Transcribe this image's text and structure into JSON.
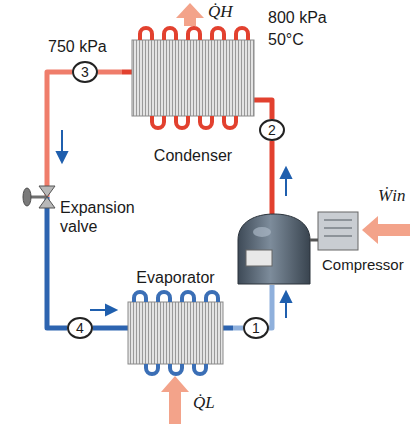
{
  "diagram": {
    "nodes": [
      {
        "text": [
          "Condenser"
        ]
      },
      {
        "text": [
          "3"
        ]
      },
      {
        "text": [
          "2"
        ]
      },
      {
        "text": [
          "Expansion valve"
        ]
      },
      {
        "text": [
          "Compressor"
        ]
      },
      {
        "text": [
          "Evaporator"
        ]
      },
      {
        "text": [
          "4"
        ]
      },
      {
        "text": [
          "1"
        ]
      }
    ],
    "edges": [
      {
        "from": 4,
        "to": 2,
        "arrow": "none"
      },
      {
        "from": 2,
        "to": 0,
        "arrow": "none"
      },
      {
        "from": 0,
        "to": 1,
        "arrow": "none"
      },
      {
        "from": 1,
        "to": 3,
        "arrow": "none"
      },
      {
        "from": 3,
        "to": 6,
        "arrow": "none"
      },
      {
        "from": 6,
        "to": 5,
        "arrow": "none"
      },
      {
        "from": 5,
        "to": 7,
        "arrow": "none"
      },
      {
        "from": 7,
        "to": 4,
        "arrow": "none"
      }
    ],
    "labels": [
      "Q̇H",
      "800 kPa",
      "50°C",
      "750 kPa",
      "Ẇin",
      "Q̇L"
    ]
  }
}
